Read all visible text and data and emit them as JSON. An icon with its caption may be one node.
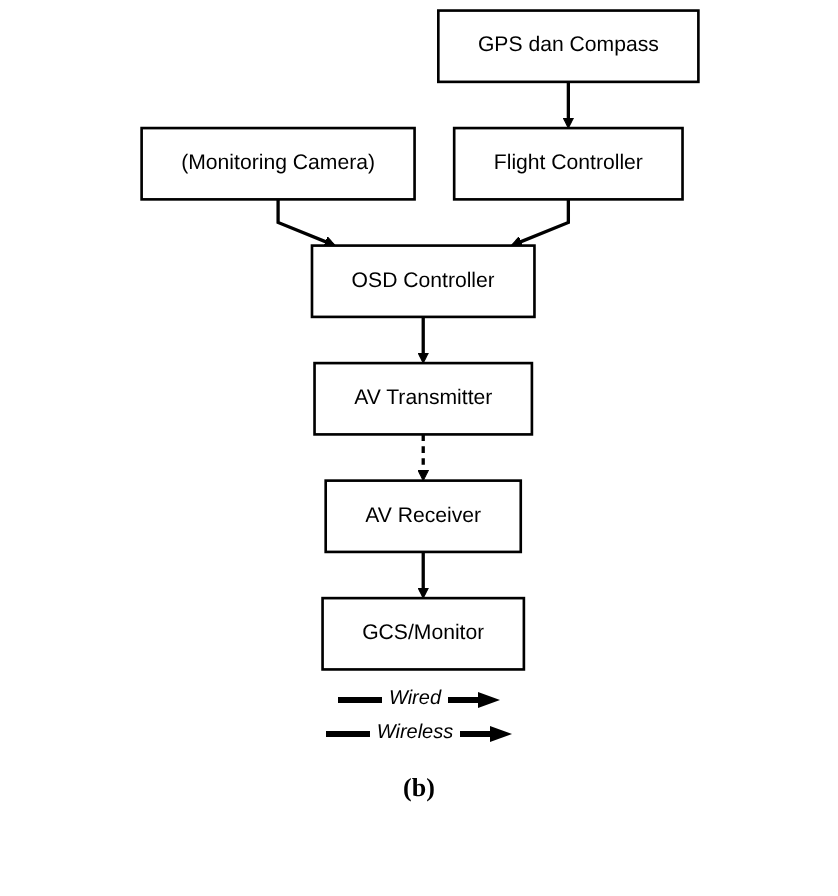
{
  "diagram": {
    "caption": "(b)",
    "nodes": [
      {
        "text": [
          "GPS dan Compass"
        ]
      },
      {
        "text": [
          "(Monitoring Camera)"
        ]
      },
      {
        "text": [
          "Flight Controller"
        ]
      },
      {
        "text": [
          "OSD Controller"
        ]
      },
      {
        "text": [
          "AV Transmitter"
        ]
      },
      {
        "text": [
          "GCS/Monitor"
        ]
      },
      {
        "text": [
          "AV Receiver"
        ]
      }
    ],
    "edges": [
      {
        "from": 0,
        "to": 2,
        "arrow": "to"
      },
      {
        "from": 1,
        "to": 3,
        "arrow": "to"
      },
      {
        "from": 2,
        "to": 3,
        "arrow": "to"
      },
      {
        "from": 3,
        "to": 4,
        "arrow": "to"
      },
      {
        "from": 4,
        "to": 6,
        "arrow": "to",
        "style": "dashed"
      },
      {
        "from": 6,
        "to": 5,
        "arrow": "to"
      }
    ],
    "legend": [
      {
        "text": "Wired"
      },
      {
        "text": "Wireless"
      }
    ]
  }
}
